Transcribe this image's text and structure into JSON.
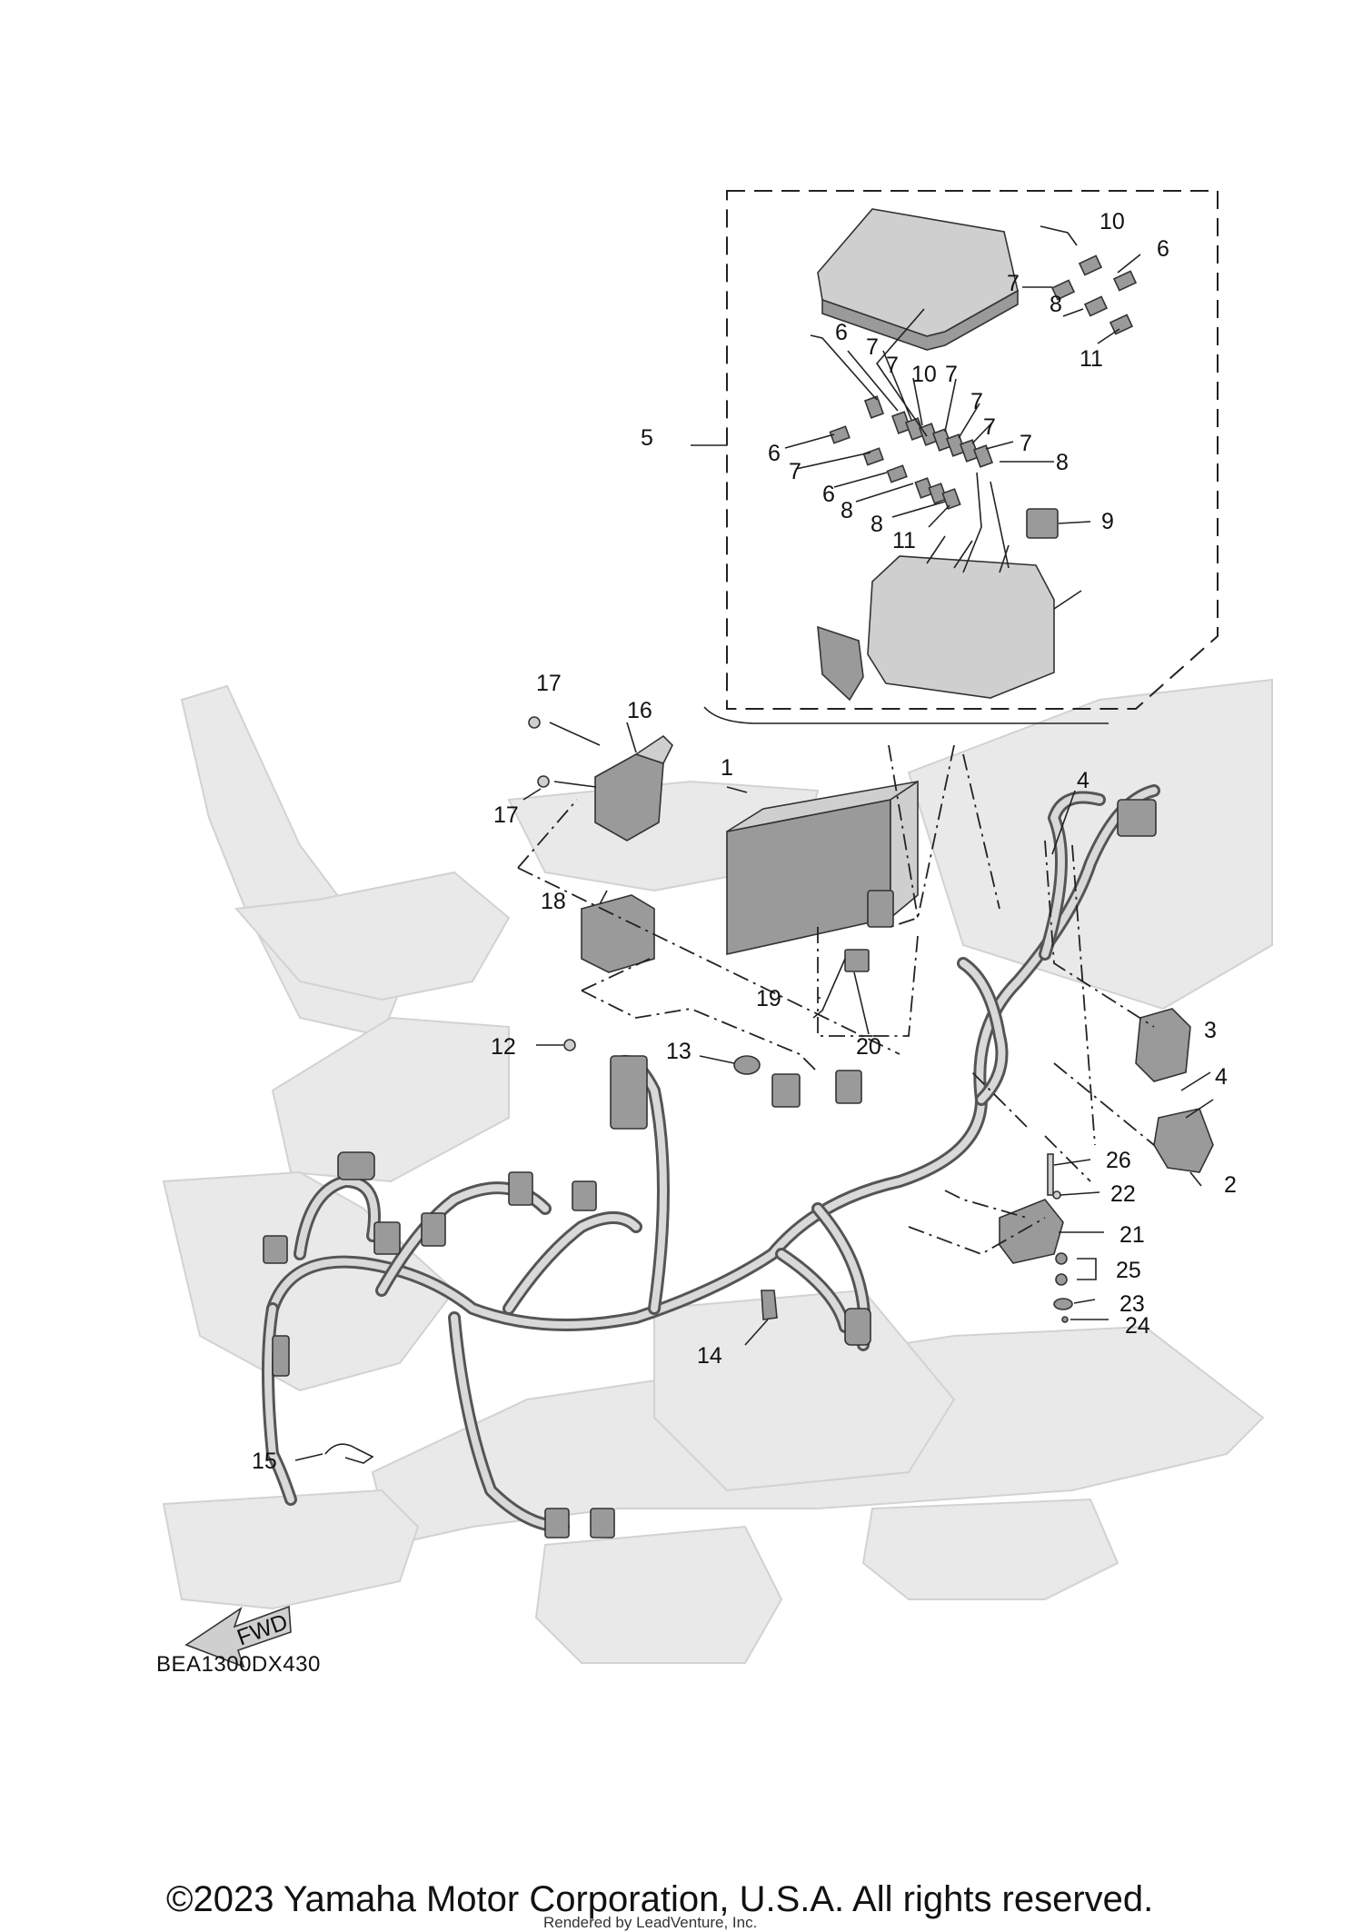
{
  "diagram": {
    "code": "BEA1300DX430",
    "fwd_label": "FWD",
    "copyright": "©2023 Yamaha Motor Corporation, U.S.A. All rights reserved.",
    "rendered_by": "Rendered by LeadVenture, Inc."
  },
  "callouts": [
    {
      "id": "c1",
      "label": "1"
    },
    {
      "id": "c2",
      "label": "2"
    },
    {
      "id": "c3",
      "label": "3"
    },
    {
      "id": "c4a",
      "label": "4"
    },
    {
      "id": "c4b",
      "label": "4"
    },
    {
      "id": "c5",
      "label": "5"
    },
    {
      "id": "c6a",
      "label": "6"
    },
    {
      "id": "c6b",
      "label": "6"
    },
    {
      "id": "c6c",
      "label": "6"
    },
    {
      "id": "c6d",
      "label": "6"
    },
    {
      "id": "c7a",
      "label": "7"
    },
    {
      "id": "c7b",
      "label": "7"
    },
    {
      "id": "c7c",
      "label": "7"
    },
    {
      "id": "c7d",
      "label": "7"
    },
    {
      "id": "c7e",
      "label": "7"
    },
    {
      "id": "c7f",
      "label": "7"
    },
    {
      "id": "c7g",
      "label": "7"
    },
    {
      "id": "c7h",
      "label": "7"
    },
    {
      "id": "c8a",
      "label": "8"
    },
    {
      "id": "c8b",
      "label": "8"
    },
    {
      "id": "c8c",
      "label": "8"
    },
    {
      "id": "c8d",
      "label": "8"
    },
    {
      "id": "c9",
      "label": "9"
    },
    {
      "id": "c10a",
      "label": "10"
    },
    {
      "id": "c10b",
      "label": "10"
    },
    {
      "id": "c11a",
      "label": "11"
    },
    {
      "id": "c11b",
      "label": "11"
    },
    {
      "id": "c12",
      "label": "12"
    },
    {
      "id": "c13",
      "label": "13"
    },
    {
      "id": "c14",
      "label": "14"
    },
    {
      "id": "c15",
      "label": "15"
    },
    {
      "id": "c16",
      "label": "16"
    },
    {
      "id": "c17a",
      "label": "17"
    },
    {
      "id": "c17b",
      "label": "17"
    },
    {
      "id": "c18",
      "label": "18"
    },
    {
      "id": "c19",
      "label": "19"
    },
    {
      "id": "c20",
      "label": "20"
    },
    {
      "id": "c21",
      "label": "21"
    },
    {
      "id": "c22",
      "label": "22"
    },
    {
      "id": "c23",
      "label": "23"
    },
    {
      "id": "c24",
      "label": "24"
    },
    {
      "id": "c25",
      "label": "25"
    },
    {
      "id": "c26",
      "label": "26"
    }
  ]
}
